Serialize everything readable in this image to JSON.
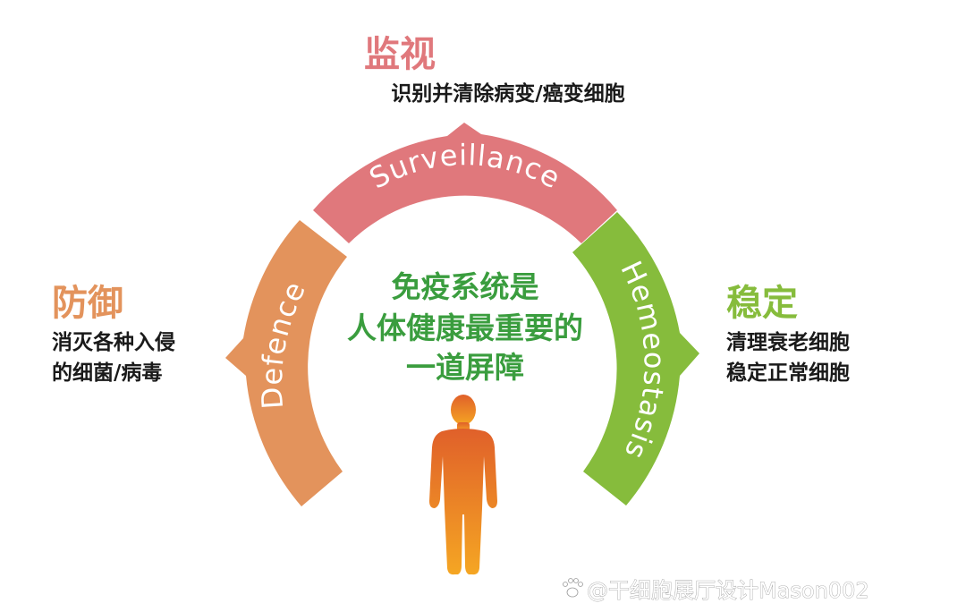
{
  "surveillance": {
    "title": "监视",
    "desc": "识别并清除病变/癌变细胞",
    "arc_label": "Surveillance",
    "color": "#e0787c"
  },
  "defence": {
    "title": "防御",
    "desc_lines": [
      "消灭各种入侵",
      "的细菌/病毒"
    ],
    "arc_label": "Defence",
    "color": "#e3935c"
  },
  "homeostasis": {
    "title": "稳定",
    "desc_lines": [
      "清理衰老细胞",
      "稳定正常细胞"
    ],
    "arc_label": "Hemeostasis",
    "color": "#86bc3c"
  },
  "center": {
    "lines": [
      "免疫系统是",
      "人体健康最重要的",
      "一道屏障"
    ],
    "color": "#3a9d3e"
  },
  "figure": {
    "gradient_top": "#e0602a",
    "gradient_bottom": "#f5a623"
  },
  "watermark": {
    "text": "@干细胞展厅设计Mason002"
  }
}
